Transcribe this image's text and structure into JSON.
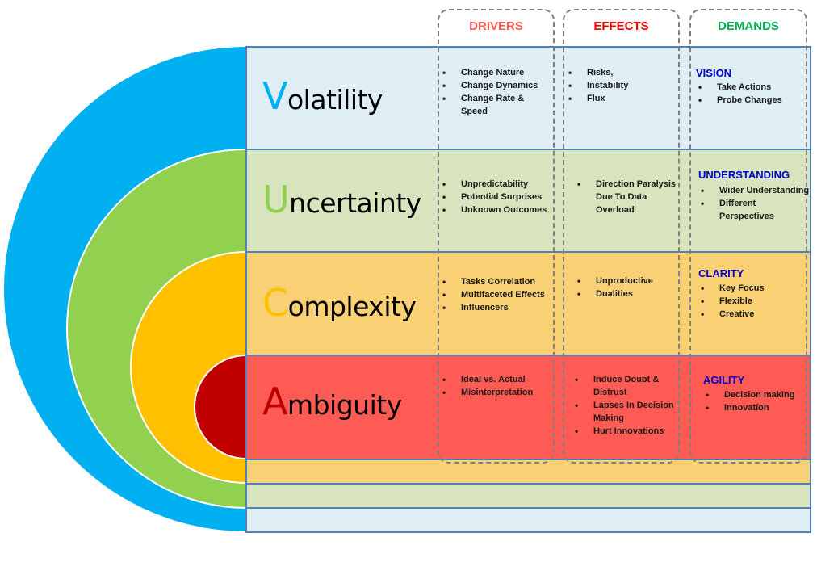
{
  "columns": {
    "drivers": "DRIVERS",
    "effects": "EFFECTS",
    "demands": "DEMANDS"
  },
  "colors": {
    "volatility": "#00b0f0",
    "uncertainty": "#92d050",
    "complexity": "#ffc000",
    "ambiguity": "#c00000",
    "drivers_header": "#ff5b55",
    "effects_header": "#ff0000",
    "demands_header": "#00b050",
    "demand_title": "#0000cc"
  },
  "rows": [
    {
      "initial": "V",
      "rest": "olatility",
      "drivers": [
        "Change Nature",
        "Change Dynamics",
        "Change Rate & Speed"
      ],
      "effects": [
        "Risks,",
        "Instability",
        "Flux"
      ],
      "demand_title": "VISION",
      "demands": [
        "Take Actions",
        "Probe Changes"
      ]
    },
    {
      "initial": "U",
      "rest": "ncertainty",
      "drivers": [
        "Unpredictability",
        "Potential Surprises",
        "Unknown Outcomes"
      ],
      "effects": [
        "Direction Paralysis Due To Data Overload"
      ],
      "demand_title": "UNDERSTANDING",
      "demands": [
        "Wider Understanding",
        "Different Perspectives"
      ]
    },
    {
      "initial": "C",
      "rest": "omplexity",
      "drivers": [
        "Tasks Correlation",
        "Multifaceted Effects",
        "Influencers"
      ],
      "effects": [
        "Unproductive",
        "Dualities"
      ],
      "demand_title": "CLARITY",
      "demands": [
        "Key Focus",
        "Flexible",
        "Creative"
      ]
    },
    {
      "initial": "A",
      "rest": "mbiguity",
      "drivers": [
        "Ideal vs. Actual",
        "Misinterpretation"
      ],
      "effects": [
        "Induce Doubt & Distrust",
        "Lapses In Decision Making",
        "Hurt Innovations"
      ],
      "demand_title": "AGILITY",
      "demands": [
        "Decision making",
        "Innovation"
      ]
    }
  ]
}
